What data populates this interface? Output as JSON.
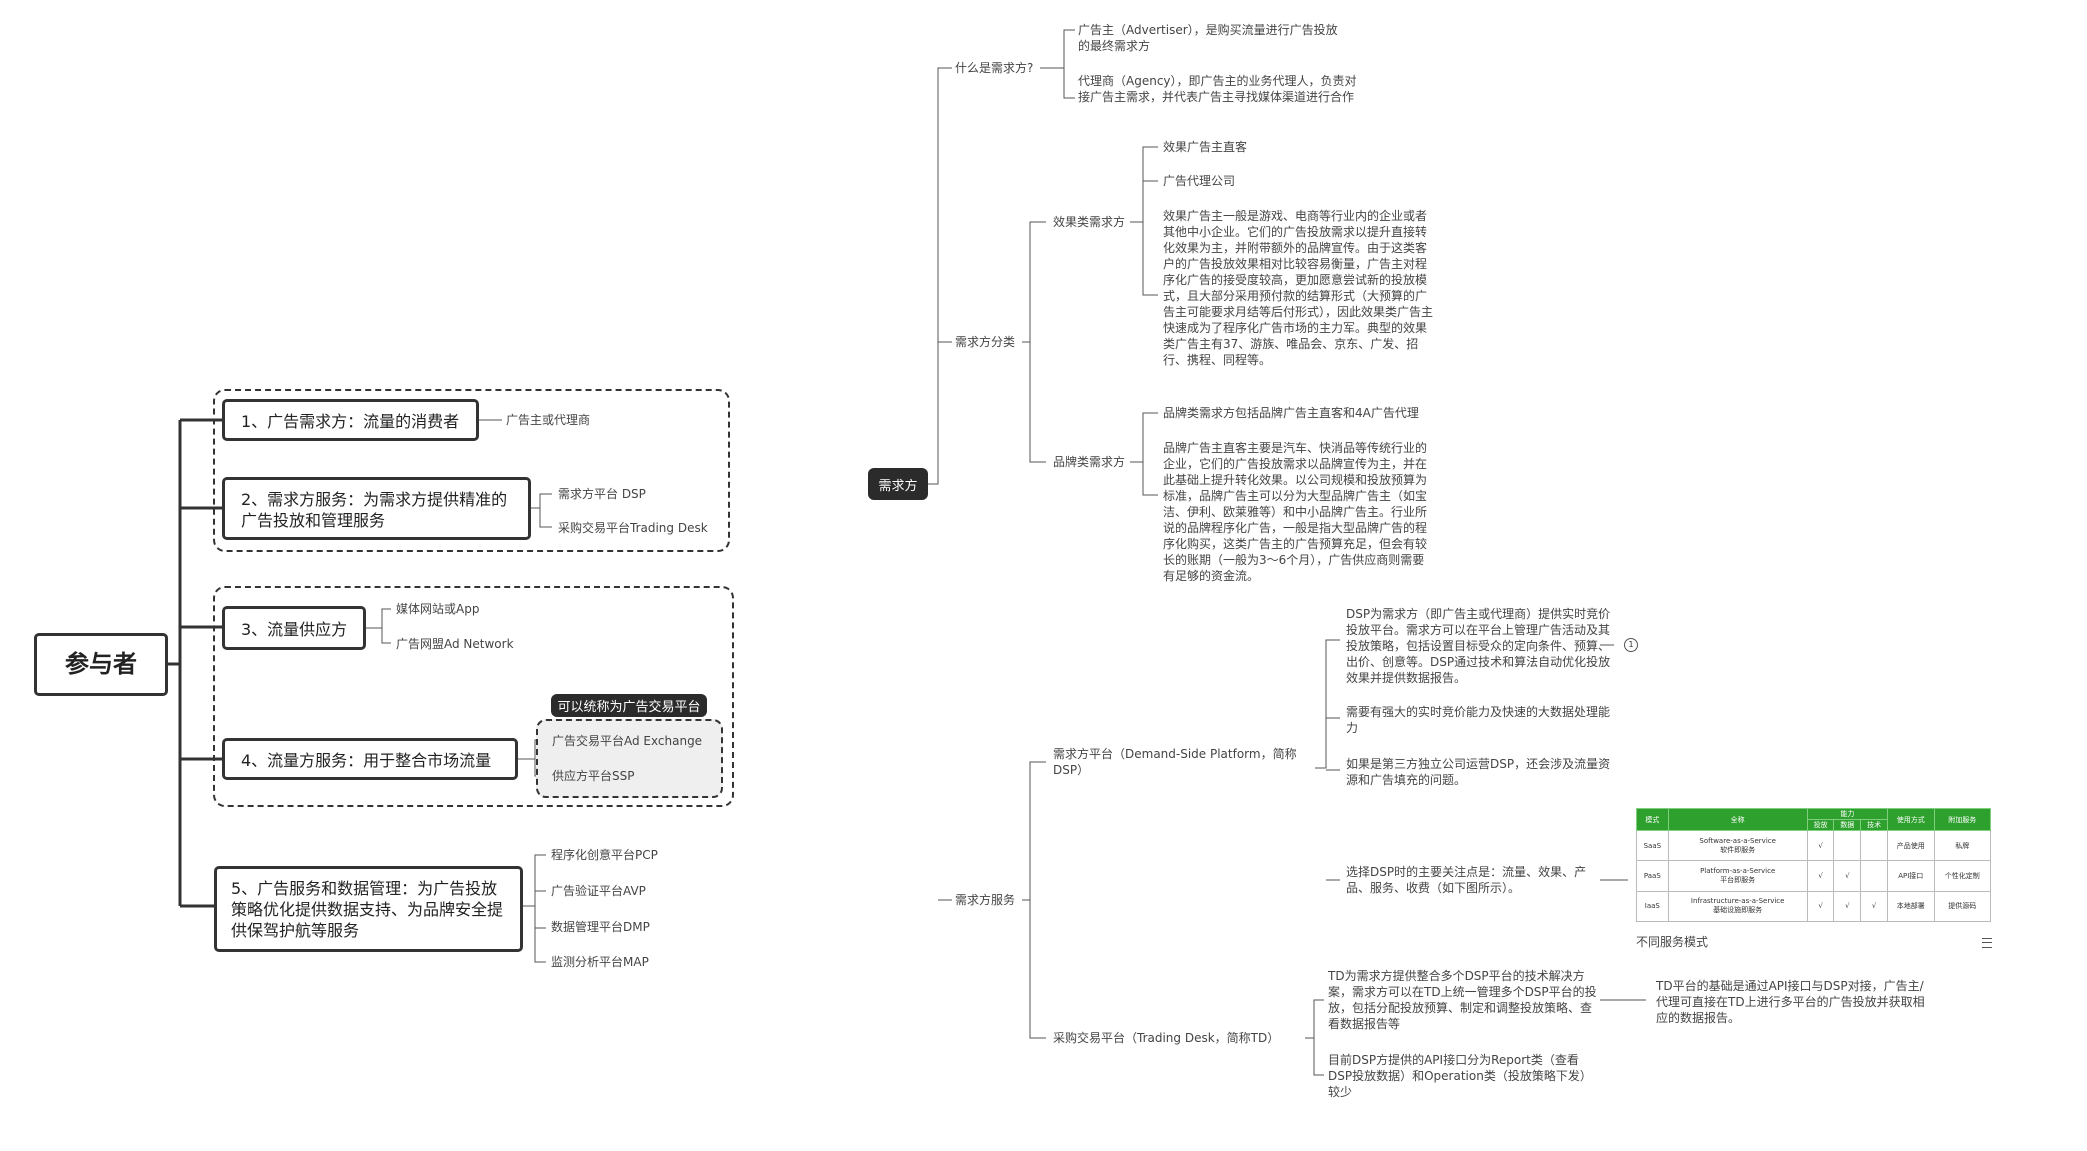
{
  "left_map": {
    "root": "参与者",
    "nodes": [
      {
        "label": "1、广告需求方：流量的消费者",
        "children": [
          "广告主或代理商"
        ]
      },
      {
        "label": "2、需求方服务：为需求方提供精准的广告投放和管理服务",
        "children": [
          "需求方平台 DSP",
          "采购交易平台Trading Desk"
        ]
      },
      {
        "label": "3、流量供应方",
        "children": [
          "媒体网站或App",
          "广告网盟Ad Network"
        ]
      },
      {
        "label": "4、流量方服务：用于整合市场流量",
        "callout": "可以统称为广告交易平台",
        "children": [
          "广告交易平台Ad Exchange",
          "供应方平台SSP"
        ]
      },
      {
        "label": "5、广告服务和数据管理：为广告投放策略优化提供数据支持、为品牌安全提供保驾护航等服务",
        "children": [
          "程序化创意平台PCP",
          "广告验证平台AVP",
          "数据管理平台DMP",
          "监测分析平台MAP"
        ]
      }
    ]
  },
  "right_map": {
    "root": "需求方",
    "what": {
      "label": "什么是需求方?",
      "items": [
        "广告主（Advertiser），是购买流量进行广告投放的最终需求方",
        "代理商（Agency），即广告主的业务代理人，负责对接广告主需求，并代表广告主寻找媒体渠道进行合作"
      ]
    },
    "classify": {
      "label": "需求方分类",
      "effect": {
        "label": "效果类需求方",
        "items": [
          "效果广告主直客",
          "广告代理公司",
          "效果广告主一般是游戏、电商等行业内的企业或者其他中小企业。它们的广告投放需求以提升直接转化效果为主，并附带额外的品牌宣传。由于这类客户的广告投放效果相对比较容易衡量，广告主对程序化广告的接受度较高，更加愿意尝试新的投放模式，且大部分采用预付款的结算形式（大预算的广告主可能要求月结等后付形式），因此效果类广告主快速成为了程序化广告市场的主力军。典型的效果类广告主有37、游族、唯品会、京东、广发、招行、携程、同程等。"
        ]
      },
      "brand": {
        "label": "品牌类需求方",
        "items": [
          "品牌类需求方包括品牌广告主直客和4A广告代理",
          "品牌广告主直客主要是汽车、快消品等传统行业的企业，它们的广告投放需求以品牌宣传为主，并在此基础上提升转化效果。以公司规模和投放预算为标准，品牌广告主可以分为大型品牌广告主（如宝洁、伊利、欧莱雅等）和中小品牌广告主。行业所说的品牌程序化广告，一般是指大型品牌广告的程序化购买，这类广告主的广告预算充足，但会有较长的账期（一般为3～6个月），广告供应商则需要有足够的资金流。"
        ]
      }
    },
    "service": {
      "label": "需求方服务",
      "dsp": {
        "label": "需求方平台（Demand-Side Platform，简称DSP）",
        "items": [
          "DSP为需求方（即广告主或代理商）提供实时竞价投放平台。需求方可以在平台上管理广告活动及其投放策略，包括设置目标受众的定向条件、预算、出价、创意等。DSP通过技术和算法自动优化投放效果并提供数据报告。",
          "需要有强大的实时竞价能力及快速的大数据处理能力",
          "如果是第三方独立公司运营DSP，还会涉及流量资源和广告填充的问题。",
          "选择DSP时的主要关注点是：流量、效果、产品、服务、收费（如下图所示）。"
        ],
        "badge": "1",
        "image_caption": "不同服务模式"
      },
      "td": {
        "label": "采购交易平台（Trading Desk，简称TD）",
        "items": [
          "TD为需求方提供整合多个DSP平台的技术解决方案，需求方可以在TD上统一管理多个DSP平台的投放，包括分配投放预算、制定和调整投放策略、查看数据报告等",
          "目前DSP方提供的API接口分为Report类（查看DSP投放数据）和Operation类（投放策略下发）较少"
        ],
        "child": "TD平台的基础是通过API接口与DSP对接，广告主/代理可直接在TD上进行多平台的广告投放并获取相应的数据报告。"
      }
    }
  },
  "service_table": {
    "header": [
      "模式",
      "全称",
      "投放",
      "数据",
      "技术",
      "使用方式",
      "附加服务"
    ],
    "group_header": "能力",
    "rows": [
      {
        "mode": "SaaS",
        "full": "Software-as-a-Service",
        "cn": "软件即服务",
        "c1": "√",
        "c2": "",
        "c3": "",
        "use": "产品使用",
        "extra": "私牌"
      },
      {
        "mode": "PaaS",
        "full": "Platform-as-a-Service",
        "cn": "平台即服务",
        "c1": "√",
        "c2": "√",
        "c3": "",
        "use": "API接口",
        "extra": "个性化定制"
      },
      {
        "mode": "IaaS",
        "full": "Infrastructure-as-a-Service",
        "cn": "基础设施即服务",
        "c1": "√",
        "c2": "√",
        "c3": "√",
        "use": "本地部署",
        "extra": "提供源码"
      }
    ],
    "header_color": "#2ea02e"
  }
}
